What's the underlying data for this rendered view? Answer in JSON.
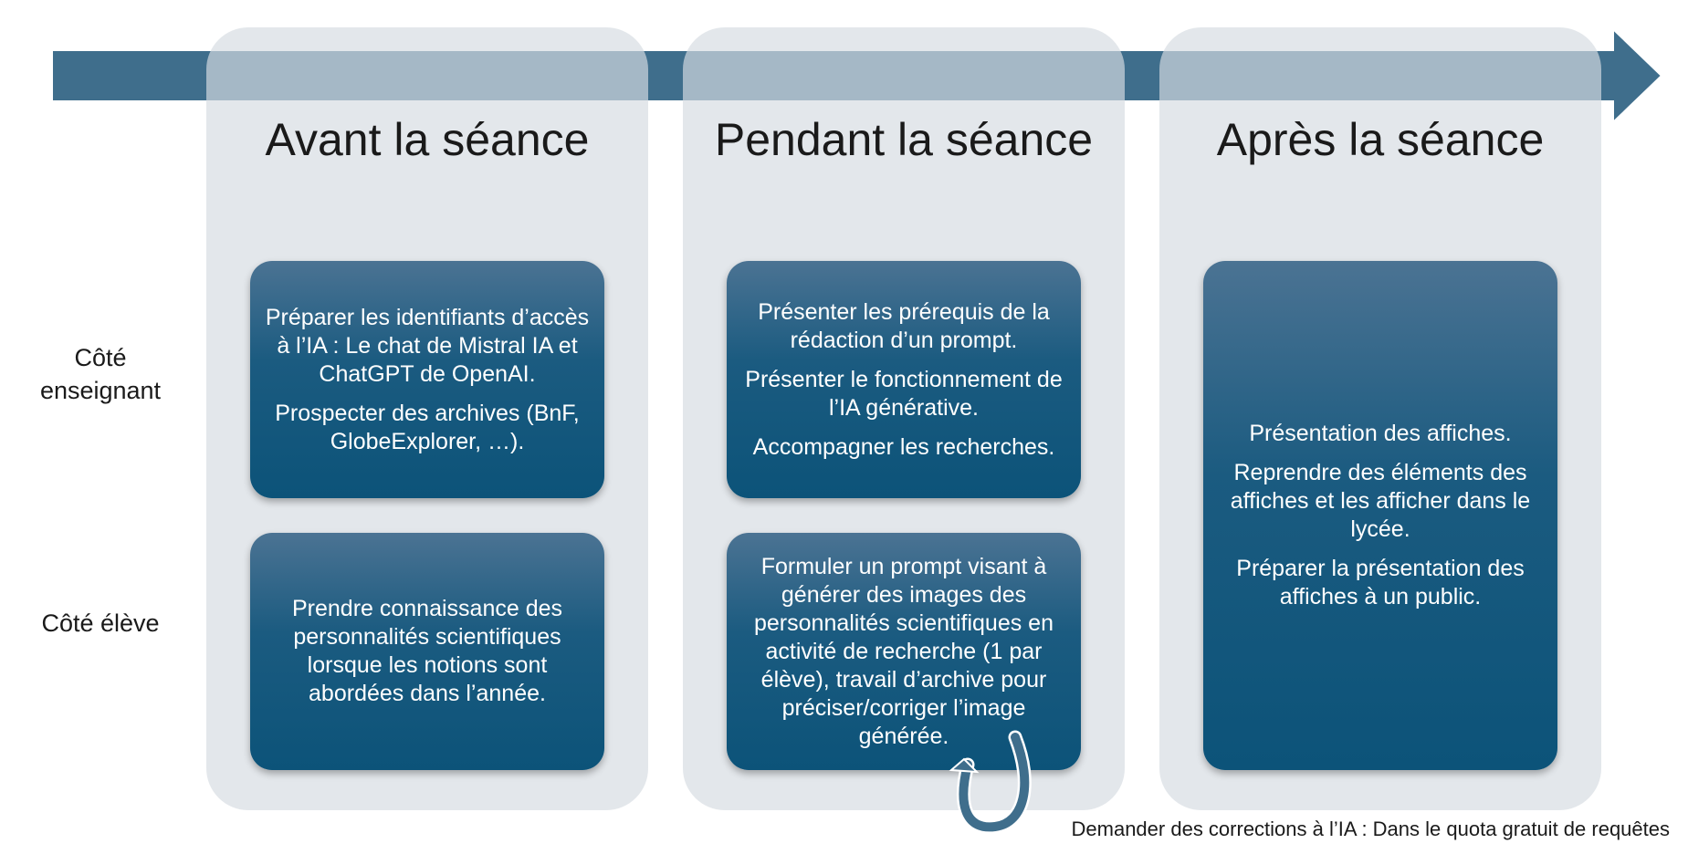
{
  "columns": [
    {
      "title": "Avant la séance"
    },
    {
      "title": "Pendant la séance"
    },
    {
      "title": "Après la séance"
    }
  ],
  "rows": {
    "teacher": "Côté enseignant",
    "student": "Côté élève"
  },
  "cards": {
    "avant_teacher": [
      "Préparer les identifiants d’accès à l’IA : Le chat de Mistral IA et ChatGPT de OpenAI.",
      "Prospecter des archives (BnF, GlobeExplorer, …)."
    ],
    "avant_student": [
      "Prendre connaissance des personnalités scientifiques lorsque les notions sont abordées dans l’année."
    ],
    "pendant_teacher": [
      "Présenter les prérequis de la rédaction d’un prompt.",
      "Présenter le fonctionnement de l’IA générative.",
      "Accompagner les recherches."
    ],
    "pendant_student": [
      "Formuler un prompt visant à générer des images des personnalités scientifiques en activité de recherche (1 par élève), travail d’archive pour préciser/corriger l’image générée."
    ],
    "apres_both": [
      "Présentation des affiches.",
      "Reprendre des éléments des affiches et les afficher dans le lycée.",
      "Préparer la présentation des affiches à un public."
    ]
  },
  "note": "Demander des corrections à l’IA : Dans le quota gratuit de requêtes",
  "colors": {
    "arrow": "#3f6e8c",
    "column_bg": "#d6dce2",
    "card_top": "#4b7393",
    "card_bottom": "#0c5379"
  },
  "icons": {
    "timeline": "right-arrow-icon",
    "loop": "loop-arrow-icon"
  }
}
